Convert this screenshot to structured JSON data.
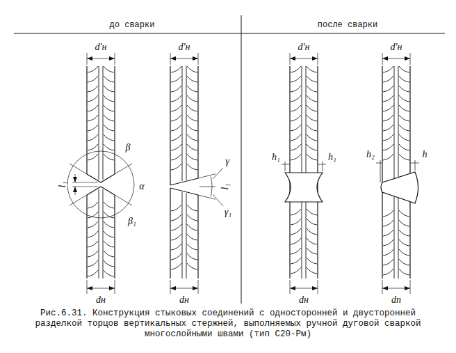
{
  "diagram": {
    "caption": "Рис.6.31. Конструкция стыковых соединений с односторонней и двусторонней разделкой торцов вертикальных стержней, выполняемых ручной дуговой сваркой многослойными швами (тип С20-Рм)",
    "labels": [
      "до сварки",
      "после сварки",
      "d'н",
      "d'н",
      "d'н",
      "d'н",
      "β",
      "l₁",
      "α",
      "β₁",
      "γ",
      "l₁",
      "γ₁",
      "h₁",
      "h₁",
      "h₂",
      "h",
      "dн",
      "dн",
      "dн",
      "dn"
    ]
  }
}
